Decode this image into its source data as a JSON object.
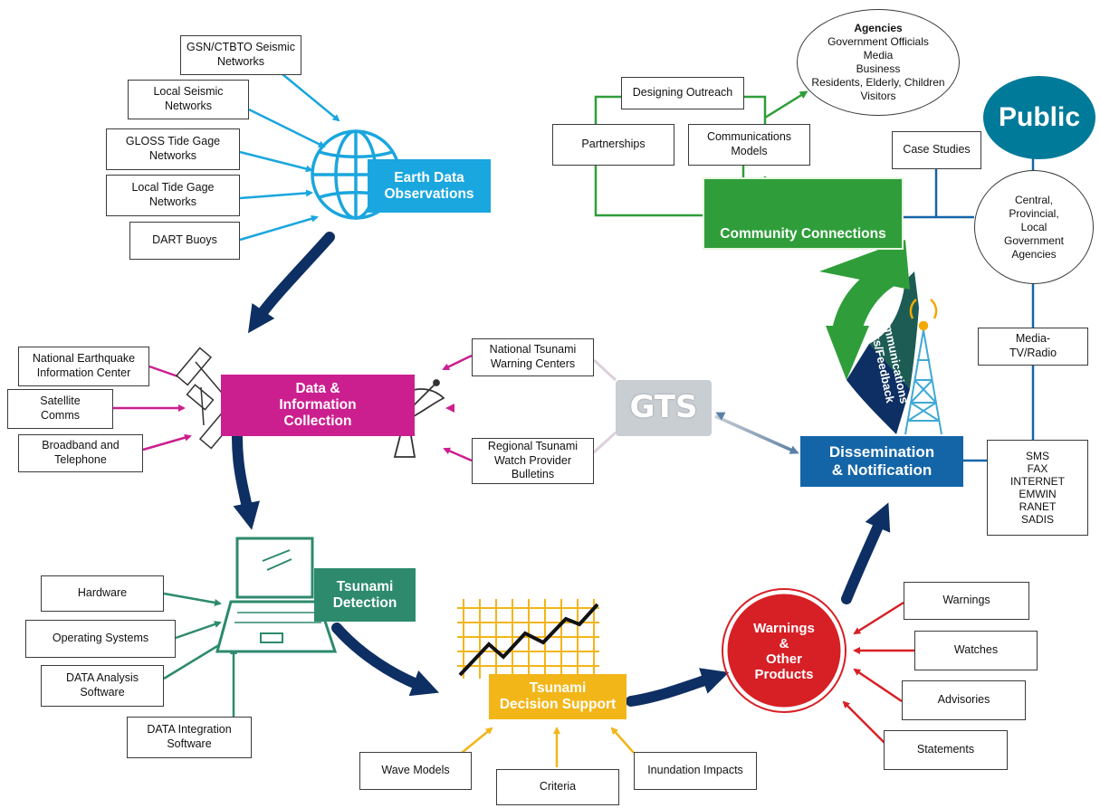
{
  "colors": {
    "observation": "#1aa6de",
    "collection": "#cc1f8f",
    "detection": "#2d8a6c",
    "decision": "#f2b619",
    "warnings": "#d71f26",
    "dissemination": "#1465a8",
    "community": "#2f9e3a",
    "flow": "#0e2f63",
    "public": "#007a99",
    "gts": "#bdc3c8"
  },
  "nodes": {
    "earth_data": "Earth Data\nObservations",
    "data_collection": "Data &\nInformation\nCollection",
    "tsunami_detection": "Tsunami\nDetection",
    "decision_support": "Tsunami\nDecision Support",
    "warnings": "Warnings\n&\nOther\nProducts",
    "dissemination": "Dissemination\n& Notification",
    "community": "Community Connections",
    "gts": "GTS",
    "public": "Public",
    "comm_links": "Communications\nLinks/Feedback"
  },
  "observation_inputs": [
    "GSN/CTBTO Seismic\nNetworks",
    "Local Seismic\nNetworks",
    "GLOSS Tide Gage\nNetworks",
    "Local Tide Gage\nNetworks",
    "DART Buoys"
  ],
  "collection_inputs": [
    "National Earthquake\nInformation Center",
    "Satellite\nComms",
    "Broadband and\nTelephone"
  ],
  "gts_inputs": [
    "National Tsunami\nWarning Centers",
    "Regional Tsunami\nWatch Provider\nBulletins"
  ],
  "detection_inputs": [
    "Hardware",
    "Operating Systems",
    "DATA Analysis\nSoftware",
    "DATA Integration\nSoftware"
  ],
  "decision_inputs": [
    "Wave Models",
    "Criteria",
    "Inundation Impacts"
  ],
  "warning_types": [
    "Warnings",
    "Watches",
    "Advisories",
    "Statements"
  ],
  "community_items": [
    "Partnerships",
    "Designing Outreach",
    "Communications\nModels",
    "Case Studies"
  ],
  "agencies": {
    "title": "Agencies",
    "items": [
      "Government Officials",
      "Media",
      "Business",
      "Residents, Elderly, Children",
      "Visitors"
    ]
  },
  "public_items": {
    "government": "Central,\nProvincial,\nLocal\nGovernment\nAgencies",
    "media": "Media-\nTV/Radio",
    "channels": "SMS\nFAX\nINTERNET\nEMWIN\nRANET\nSADIS"
  }
}
